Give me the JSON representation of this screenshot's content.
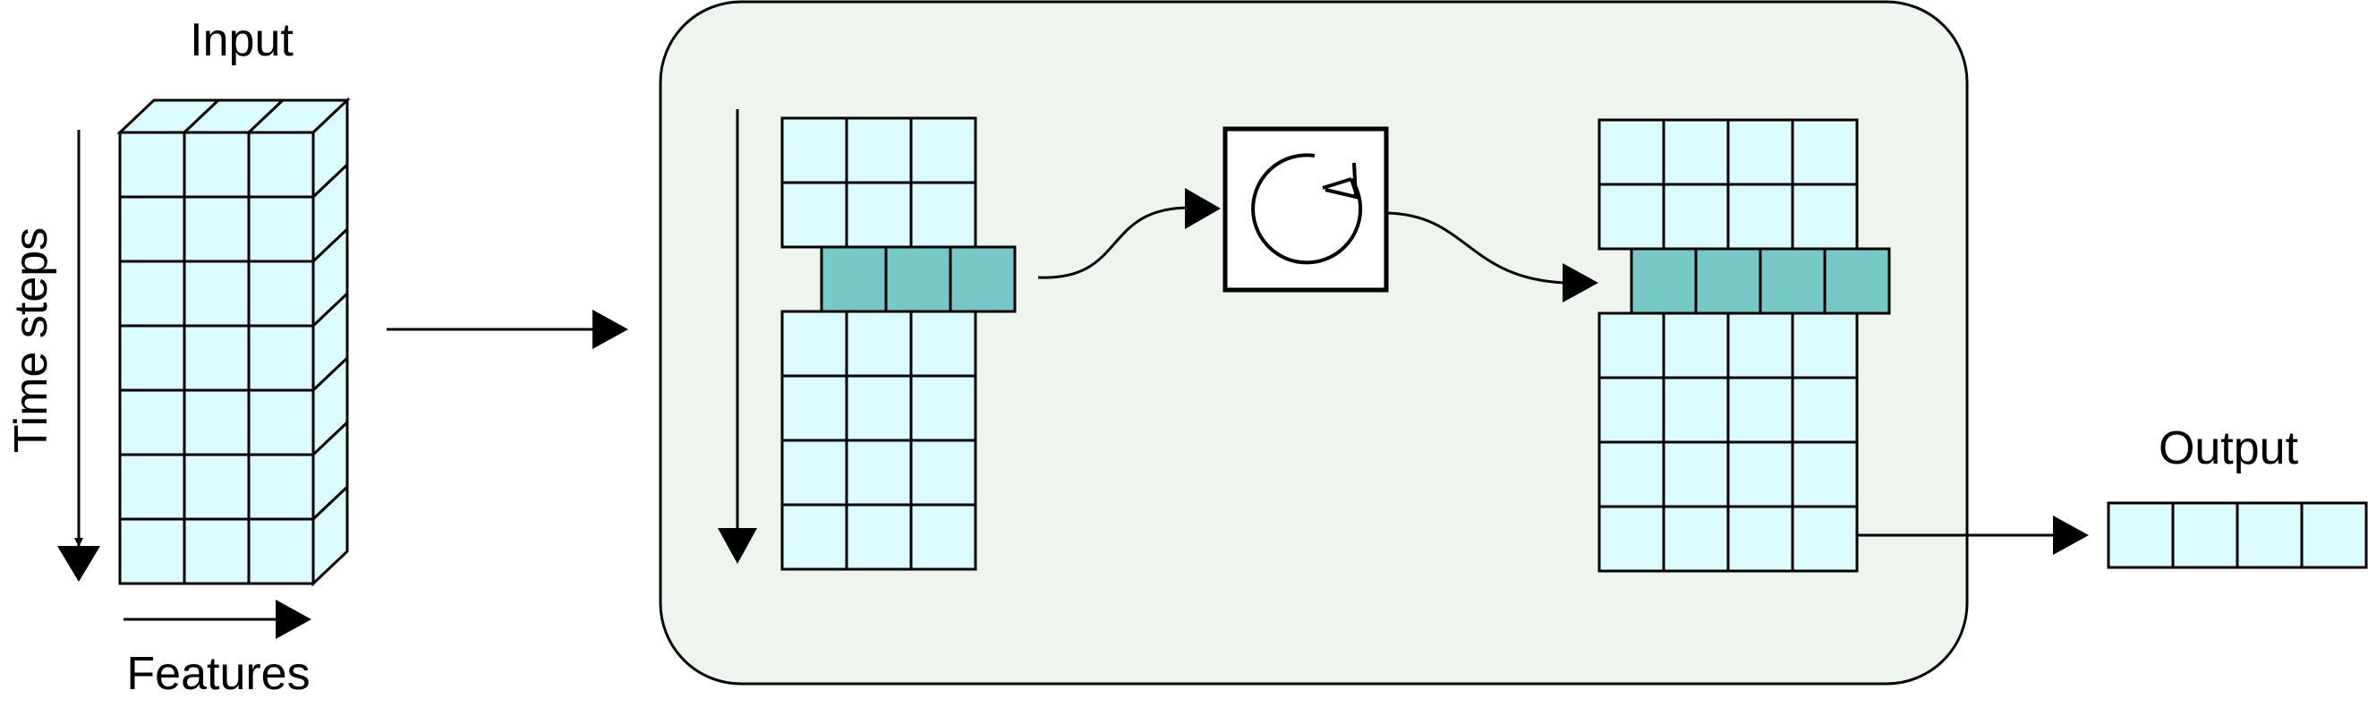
{
  "labels": {
    "input": "Input",
    "time_steps": "Time steps",
    "features": "Features",
    "output": "Output"
  },
  "grids": {
    "input_front": {
      "rows": 7,
      "cols": 3
    },
    "left_block": {
      "rows": 6,
      "cols": 3,
      "highlight_row_between": [
        2,
        3
      ]
    },
    "right_block": {
      "rows": 6,
      "cols": 4,
      "highlight_row_between": [
        2,
        3
      ]
    },
    "output_vector": {
      "rows": 1,
      "cols": 4
    }
  },
  "icons": {
    "recurrent_cell": "circular-arrow-icon"
  },
  "colors": {
    "cell_fill": "#dbfbfc",
    "highlight_fill": "#76c9c6",
    "panel_fill": "#edf5ee",
    "stroke": "#000000"
  }
}
